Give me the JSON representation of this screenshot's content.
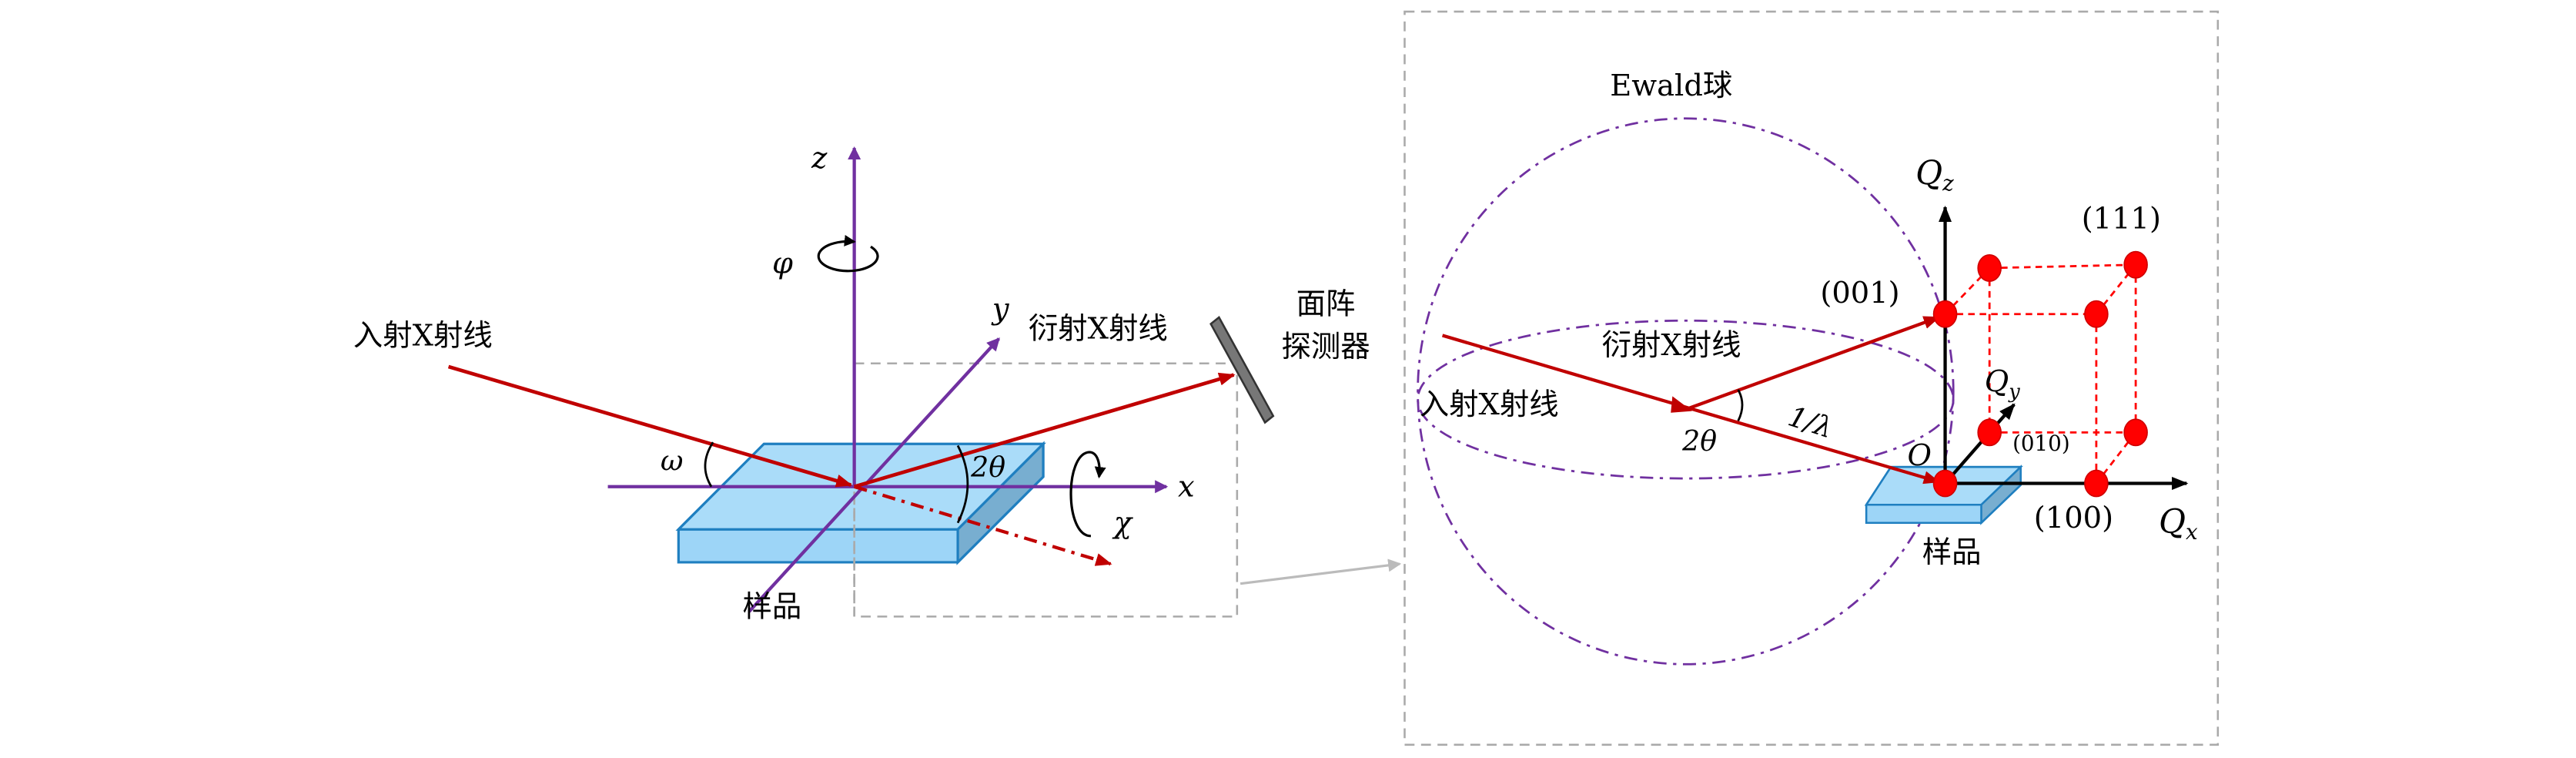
{
  "left_panel": {
    "axes": {
      "z": "z",
      "x": "x",
      "y": "y"
    },
    "angles": {
      "phi": "φ",
      "omega": "ω",
      "two_theta": "2θ",
      "chi": "χ"
    },
    "incident_label": "入射X射线",
    "diffracted_label": "衍射X射线",
    "detector_label_line1": "面阵",
    "detector_label_line2": "探测器",
    "sample_label": "样品"
  },
  "right_panel": {
    "ewald_label": "Ewald球",
    "axes": {
      "qz": "Q",
      "qz_sub": "z",
      "qx": "Q",
      "qx_sub": "x",
      "qy": "Q",
      "qy_sub": "y",
      "origin": "O"
    },
    "points": {
      "p111": "(111)",
      "p001": "(001)",
      "p010": "(010)",
      "p100": "(100)"
    },
    "incident_label": "入射X射线",
    "diffracted_label": "衍射X射线",
    "two_theta": "2θ",
    "inv_lambda": "1/λ",
    "sample_label": "样品"
  },
  "colors": {
    "beam": "#c00000",
    "axis": "#7030a0",
    "sample": "#9dd5f7",
    "sample_edge": "#1f7fc0",
    "lattice": "#ff0000"
  }
}
